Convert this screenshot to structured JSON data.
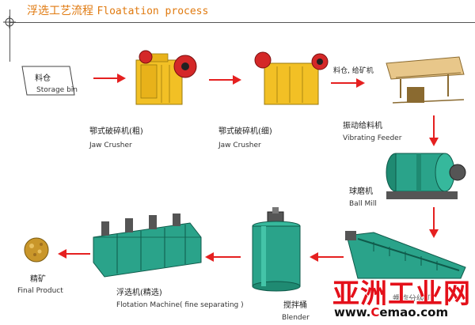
{
  "title": {
    "cn": "浮选工艺流程",
    "en": "Floatation process"
  },
  "equipment": {
    "storage_bin": {
      "cn": "料仓",
      "en": "Storage bin"
    },
    "jaw_coarse": {
      "cn": "鄂式破碎机(粗)",
      "en": "Jaw Crusher"
    },
    "jaw_fine": {
      "cn": "鄂式破碎机(细)",
      "en": "Jaw Crusher"
    },
    "feed_note": {
      "cn": "料仓, 给矿机"
    },
    "vibrating_feeder": {
      "cn": "振动给料机",
      "en": "Vibrating Feeder"
    },
    "ball_mill": {
      "cn": "球磨机",
      "en": "Ball Mill"
    },
    "spiral_classifier": {
      "cn": "螺旋分级机"
    },
    "blender": {
      "cn": "搅拌桶",
      "en": "Blender"
    },
    "flotation": {
      "cn": "浮选机(精选)",
      "en": "Flotation Machine( fine separating )"
    },
    "final_product": {
      "cn": "精矿",
      "en": "Final Product"
    }
  },
  "watermark": {
    "cn": "亚洲工业网",
    "url_prefix": "www.",
    "url_c": "C",
    "url_rest": "emao.com"
  },
  "colors": {
    "title": "#e07a10",
    "arrow": "#e52020",
    "crusher_body": "#f2c025",
    "crusher_wheel": "#d42828",
    "machine_green": "#2aa38a",
    "watermark_red": "#e4101a"
  }
}
